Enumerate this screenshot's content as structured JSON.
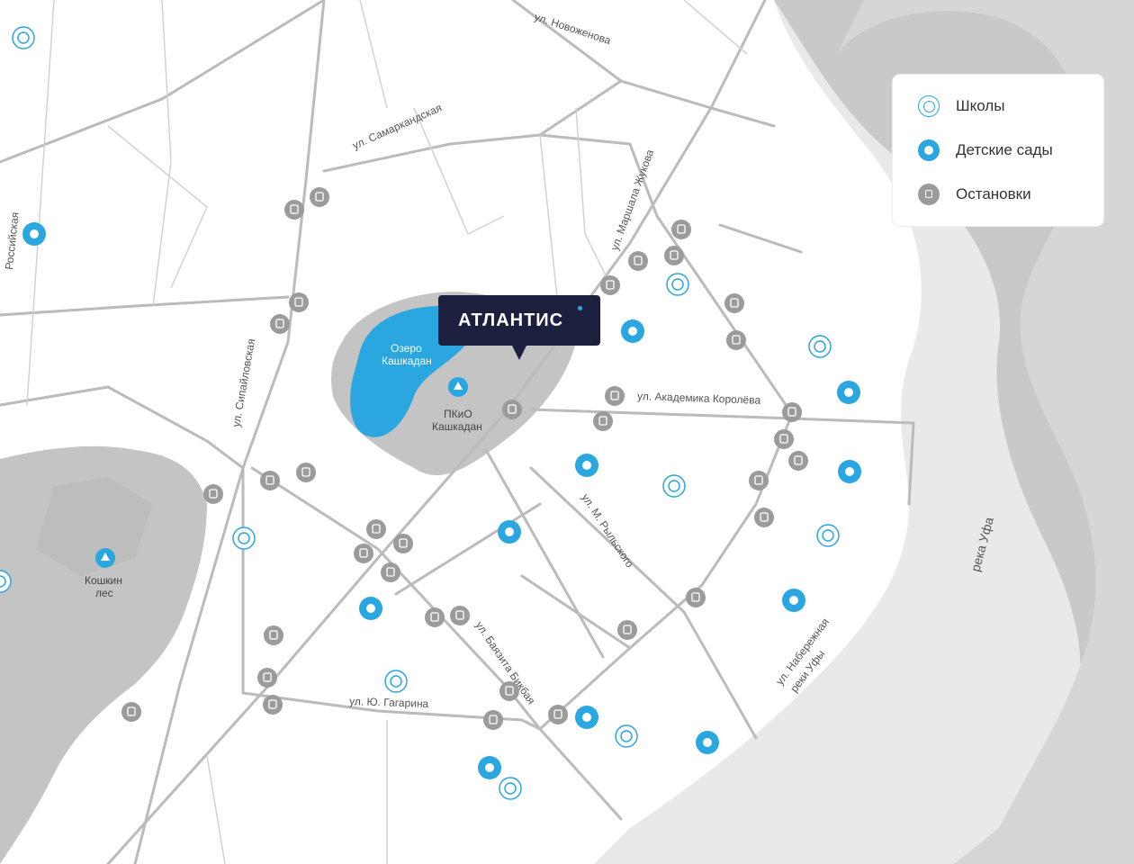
{
  "brand": {
    "name": "АТЛАНТИС"
  },
  "legend": {
    "schools": "Школы",
    "kindergartens": "Детские сады",
    "stops": "Остановки"
  },
  "labels": {
    "novozhenova": "ул. Новоженова",
    "samarkandskaya": "ул. Самаркандская",
    "zhukova": "ул. Маршала Жукова",
    "sipaylovskaya": "ул. Сипайловская",
    "rossiyskaya": "Российская",
    "lake": "Озеро\nКашкадан",
    "park": "ПКиО\nКашкадан",
    "koroleva": "ул. Академика Королёва",
    "rylskogo": "ул. М. Рыльского",
    "bikbaya": "ул. Баязита Бикбая",
    "gagarina": "ул. Ю. Гагарина",
    "naberezhnaya": "ул. Набережная\nреки Уфы",
    "river": "река Уфа",
    "koshkin": "Кошкин\nлес"
  },
  "colors": {
    "accent": "#2aa6e0",
    "stop": "#9b9b9b",
    "brand": "#1c1f3e",
    "water": "#2aa6e0",
    "park": "#c4c4c4",
    "land": "#ffffff",
    "river": "#c9c9c9"
  }
}
